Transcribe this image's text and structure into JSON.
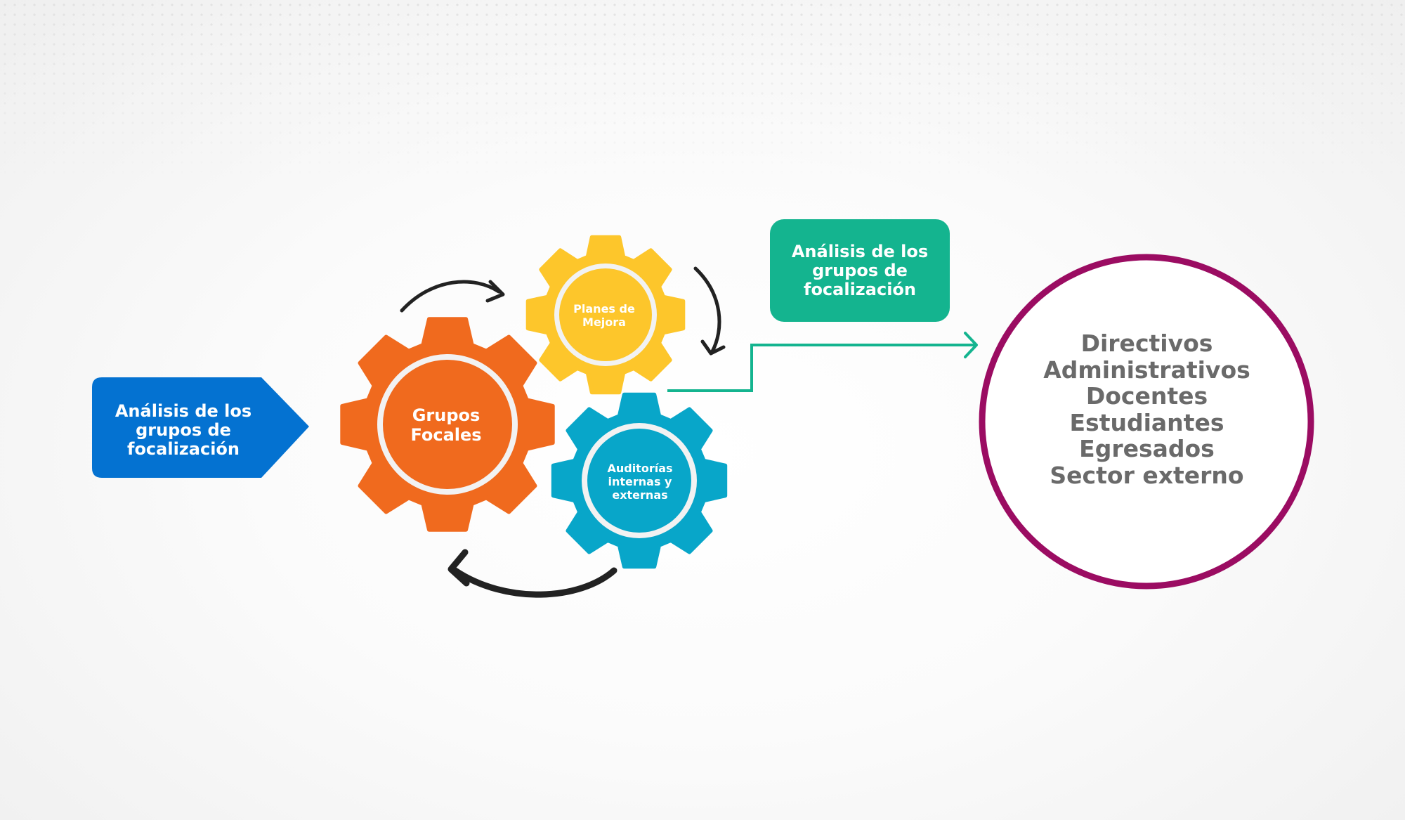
{
  "blue_callout": {
    "label": "Análisis de los grupos de focalización",
    "color": "#0472d1"
  },
  "green_callout": {
    "label": "Análisis de los grupos de focalización",
    "color": "#14b48f"
  },
  "gears": {
    "main": {
      "label": "Grupos Focales",
      "color": "#f06a1e"
    },
    "top": {
      "label": "Planes de Mejora",
      "color": "#fdc62b"
    },
    "bottom": {
      "label": "Auditorías internas y externas",
      "color": "#08a6c9"
    }
  },
  "connector_color": "#14b48f",
  "arrow_color": "#222222",
  "target_circle": {
    "color": "#9b0c62",
    "items": [
      "Directivos",
      "Administrativos",
      "Docentes",
      "Estudiantes",
      "Egresados",
      "Sector externo"
    ]
  }
}
